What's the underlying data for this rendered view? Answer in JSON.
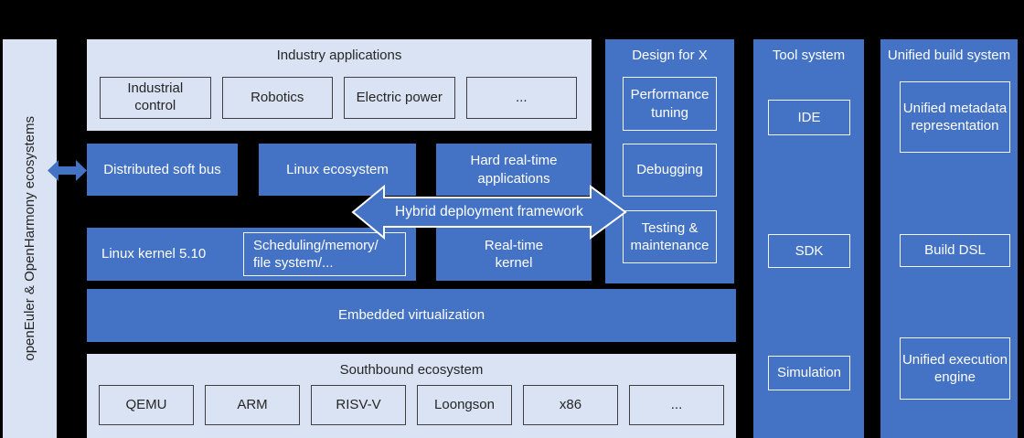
{
  "colors": {
    "accent_blue": "#4472c4",
    "panel_light": "#dae3f3",
    "canvas_bg": "#000000",
    "dark_text": "#262626"
  },
  "sidebar": {
    "label": "openEuler & OpenHarmony ecosystems"
  },
  "industry_applications": {
    "title": "Industry applications",
    "items": [
      "Industrial\ncontrol",
      "Robotics",
      "Electric power",
      "..."
    ]
  },
  "platform": {
    "distributed_soft_bus": "Distributed soft bus",
    "linux_ecosystem": "Linux ecosystem",
    "hard_realtime_applications": "Hard real-time applications",
    "linux_kernel": "Linux kernel 5.10",
    "kernel_services": "Scheduling/memory/\nfile system/...",
    "realtime_kernel": "Real-time\nkernel",
    "hybrid_framework": "Hybrid deployment framework",
    "embedded_virtualization": "Embedded virtualization"
  },
  "southbound_ecosystem": {
    "title": "Southbound ecosystem",
    "items": [
      "QEMU",
      "ARM",
      "RISV-V",
      "Loongson",
      "x86",
      "..."
    ]
  },
  "design_for_x": {
    "title": "Design for X",
    "items": [
      "Performance tuning",
      "Debugging",
      "Testing & maintenance"
    ]
  },
  "tool_system": {
    "title": "Tool system",
    "items": [
      "IDE",
      "SDK",
      "Simulation"
    ]
  },
  "unified_build_system": {
    "title": "Unified build system",
    "items": [
      "Unified metadata representation",
      "Build DSL",
      "Unified execution engine"
    ]
  }
}
